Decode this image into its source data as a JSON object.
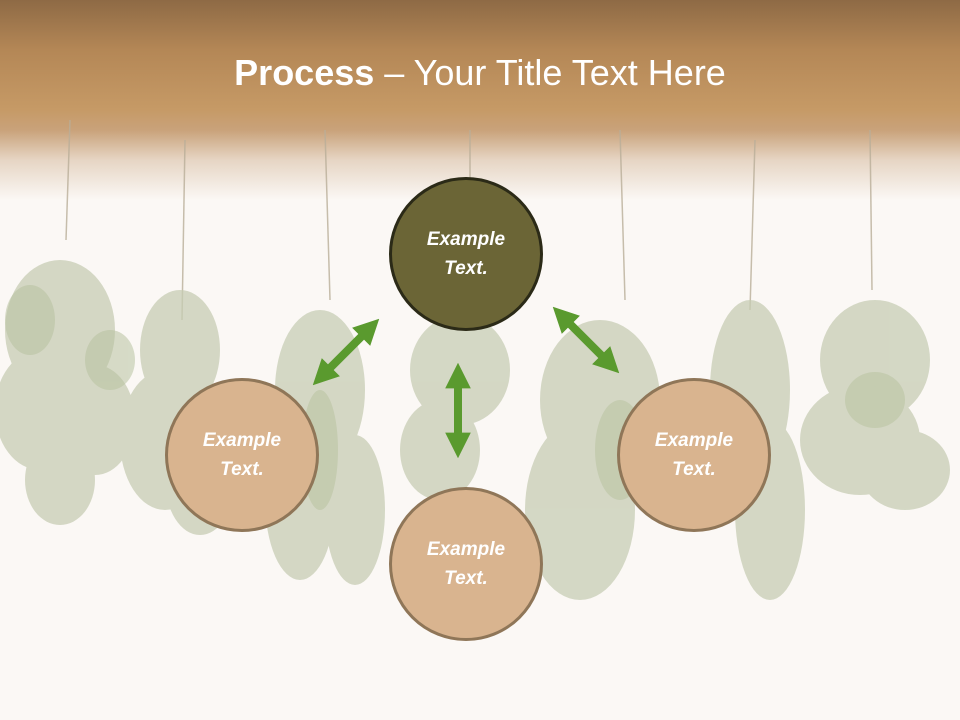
{
  "slide": {
    "title_bold": "Process",
    "title_rest": " – Your Title Text Here"
  },
  "circles": {
    "top": {
      "line1": "Example",
      "line2": "Text."
    },
    "left": {
      "line1": "Example",
      "line2": "Text."
    },
    "bottom": {
      "line1": "Example",
      "line2": "Text."
    },
    "right": {
      "line1": "Example",
      "line2": "Text."
    }
  },
  "colors": {
    "header_brown": "#b48756",
    "top_circle": "#6b6536",
    "tan_circle": "#d9b48f",
    "arrow_green": "#5a9a2e",
    "background": "#fbf8f5"
  }
}
